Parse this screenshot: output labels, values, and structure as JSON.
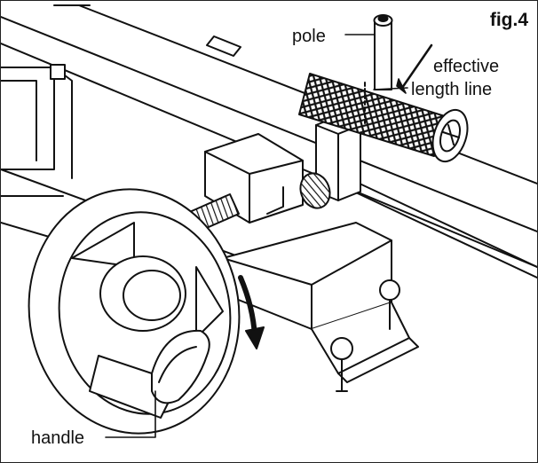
{
  "figure": {
    "number_label": "fig.4",
    "labels": {
      "pole": "pole",
      "effective_line1": "effective",
      "effective_line2": "length line",
      "handle": "handle"
    }
  },
  "colors": {
    "ink": "#111111",
    "paper": "#ffffff"
  }
}
